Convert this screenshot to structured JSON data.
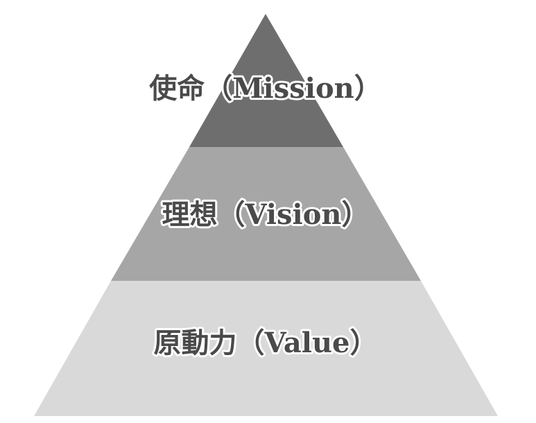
{
  "pyramid": {
    "tiers": [
      {
        "label": "使命（Mission）",
        "color": "#6e6e6e"
      },
      {
        "label": "理想（Vision）",
        "color": "#a6a6a6"
      },
      {
        "label": "原動力（Value）",
        "color": "#d9d9d9"
      }
    ]
  }
}
